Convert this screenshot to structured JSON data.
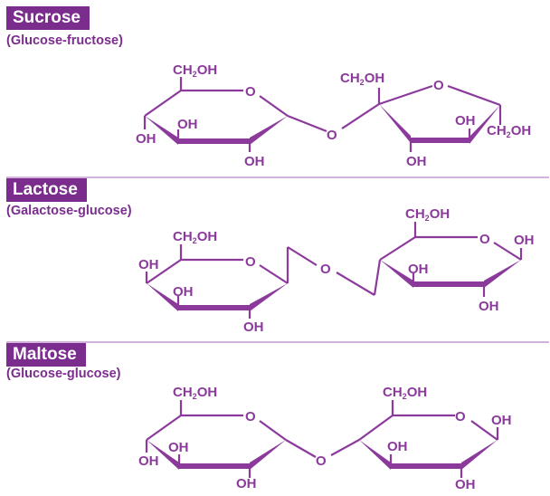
{
  "colors": {
    "header_bg": "#7B2D8E",
    "header_text": "#FFFFFF",
    "structure": "#8B3A9C",
    "divider": "#D2B4DB"
  },
  "sections": [
    {
      "title": "Sucrose",
      "subtitle": "(Glucose-fructose)",
      "labels": {
        "ring1_ch2oh": "CH₂OH",
        "ring1_o": "O",
        "ring1_oh_c4": "OH",
        "ring1_oh_c3": "OH",
        "ring1_oh_c2": "OH",
        "link_o": "O",
        "ring2_ch2oh_top": "CH₂OH",
        "ring2_o": "O",
        "ring2_oh_c4": "OH",
        "ring2_ch2oh_right": "CH₂OH",
        "ring2_oh_c3": "OH"
      }
    },
    {
      "title": "Lactose",
      "subtitle": "(Galactose-glucose)",
      "labels": {
        "ring1_ch2oh": "CH₂OH",
        "ring1_o": "O",
        "ring1_oh_c4": "OH",
        "ring1_oh_c3": "OH",
        "ring1_oh_c2": "OH",
        "link_o": "O",
        "ring2_ch2oh": "CH₂OH",
        "ring2_o": "O",
        "ring2_oh_c1": "OH",
        "ring2_oh_c3": "OH",
        "ring2_oh_c2": "OH"
      }
    },
    {
      "title": "Maltose",
      "subtitle": "(Glucose-glucose)",
      "labels": {
        "ring1_ch2oh": "CH₂OH",
        "ring1_o": "O",
        "ring1_oh_c4": "OH",
        "ring1_oh_c3": "OH",
        "ring1_oh_c2": "OH",
        "link_o": "O",
        "ring2_ch2oh": "CH₂OH",
        "ring2_o": "O",
        "ring2_oh_c1": "OH",
        "ring2_oh_c3": "OH",
        "ring2_oh_c2": "OH"
      }
    }
  ]
}
